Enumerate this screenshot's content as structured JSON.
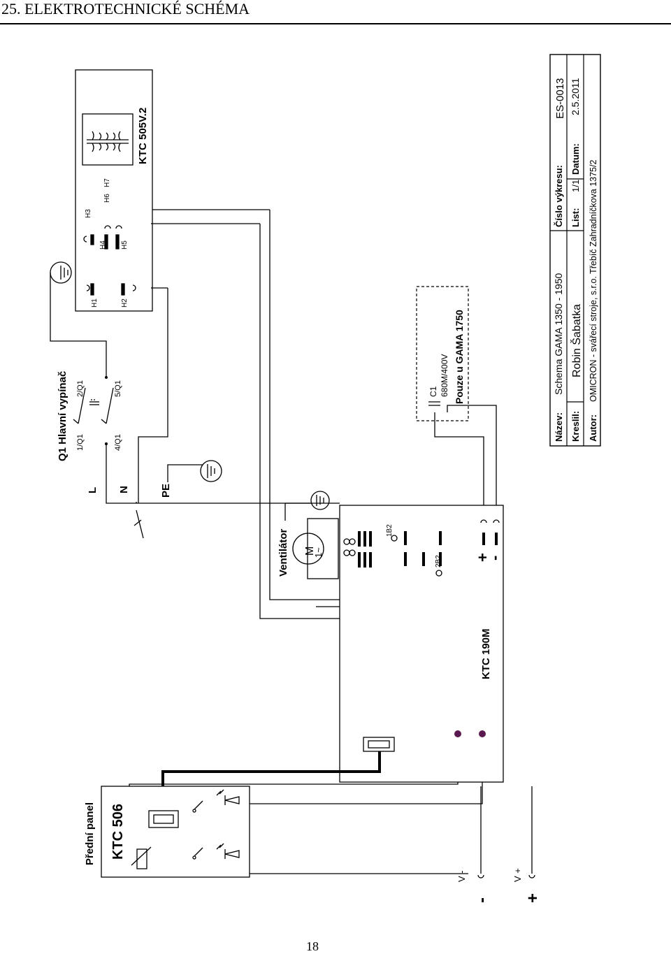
{
  "page": {
    "heading": "25. ELEKTROTECHNICKÉ SCHÉMA",
    "number": "18"
  },
  "switch": {
    "title": "Q1 Hlavní vypínač",
    "t1": "1/Q1",
    "t2": "2/Q1",
    "t4": "4/Q1",
    "t5": "5/Q1"
  },
  "mains": {
    "l": "L",
    "n": "N",
    "pe": "PE"
  },
  "transformer": {
    "name": "KTC 505V.2",
    "h1": "H1",
    "h2": "H2",
    "h3": "H3",
    "h4": "H4",
    "h5": "H5",
    "h6": "H6",
    "h7": "H7"
  },
  "capacitor": {
    "ref": "C1",
    "value": "680M/400V",
    "note": "Pouze u GAMA 1750"
  },
  "fan": {
    "label": "Ventilátor",
    "motor": "M",
    "phase": "1~"
  },
  "board": {
    "name": "KTC 190M",
    "b1": "1B2",
    "b2": "2B2",
    "plus": "+",
    "minus": "-"
  },
  "panel": {
    "title": "Přední panel",
    "name": "KTC 506"
  },
  "outputs": {
    "vminus": "V -",
    "vplus": "V +",
    "minus_sign": "-",
    "plus_sign": "+"
  },
  "title_block": {
    "nazev_label": "Název:",
    "nazev_value": "Schema GAMA 1350 - 1950",
    "cislo_label": "Číslo výkresu:",
    "cislo_value": "ES-0013",
    "kreslil_label": "Kreslil:",
    "kreslil_value": "Robin Šabatka",
    "list_label": "List:",
    "list_value": "1/1",
    "datum_label": "Datum:",
    "datum_value": "2.5.2011",
    "autor_label": "Autor:",
    "autor_value": "OMICRON - svářecí stroje, s.r.o. Třebíč Zahradníčkova 1375/2"
  },
  "colors": {
    "terminal_dot": "#5a1a50",
    "line": "#000000"
  }
}
